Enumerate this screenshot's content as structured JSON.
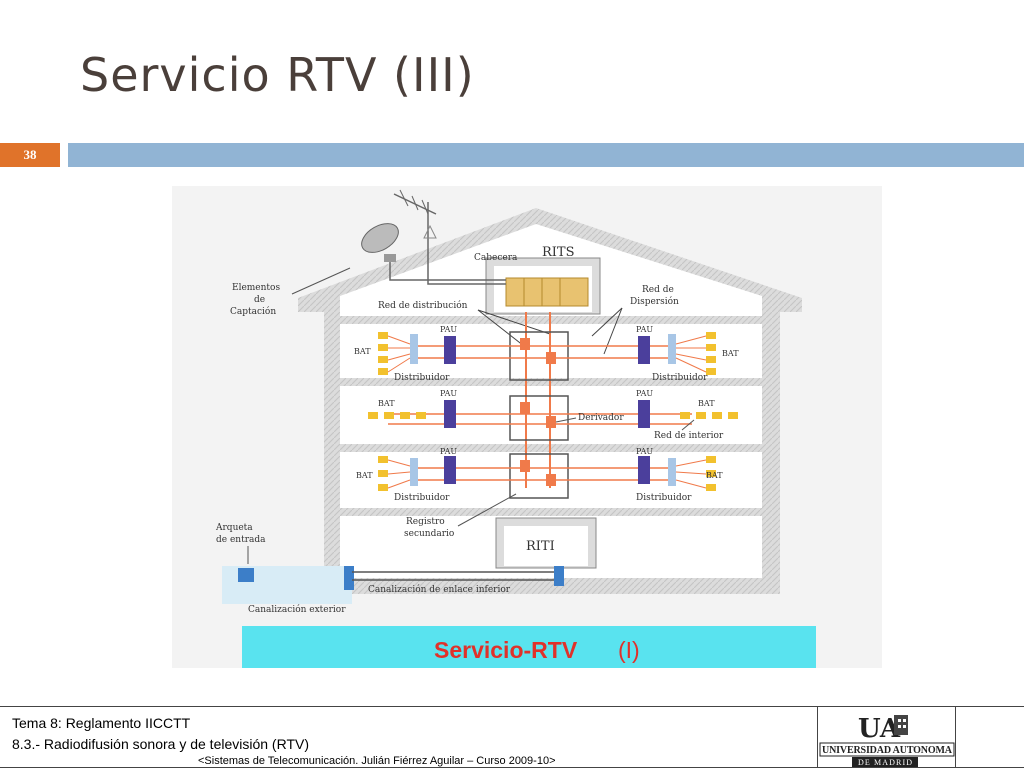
{
  "slide": {
    "title": "Servicio RTV (III)",
    "number": "38"
  },
  "diagram": {
    "rits": "RITS",
    "riti": "RITI",
    "cabecera": "Cabecera",
    "elementos_l1": "Elementos",
    "elementos_l2": "de",
    "elementos_l3": "Captación",
    "red_distribucion": "Red de distribución",
    "red_dispersion_l1": "Red de",
    "red_dispersion_l2": "Dispersión",
    "pau": "PAU",
    "bat": "BAT",
    "distribuidor": "Distribuidor",
    "derivador": "Derivador",
    "red_interior": "Red de interior",
    "registro_l1": "Registro",
    "registro_l2": "secundario",
    "arqueta_l1": "Arqueta",
    "arqueta_l2": "de entrada",
    "canalizacion_enlace": "Canalización de enlace inferior",
    "canalizacion_exterior": "Canalización exterior",
    "banner_main": "Servicio-RTV",
    "banner_suffix": "(I)"
  },
  "footer": {
    "line1": "Tema 8: Reglamento IICCTT",
    "line2": "8.3.- Radiodifusión sonora y de televisión (RTV)",
    "line3": "<Sistemas de Telecomunicación. Julián Fiérrez Aguilar – Curso 2009-10>"
  },
  "logo": {
    "initials": "UA",
    "name": "UNIVERSIDAD AUTONOMA",
    "sub": "DE MADRID"
  },
  "colors": {
    "accent_orange": "#e0732a",
    "bar_blue": "#91b4d4",
    "cable_orange": "#f07a4a",
    "pau_purple": "#4b3f9c",
    "bat_yellow": "#f2c12e",
    "banner_cyan": "#59e3ef",
    "banner_text": "#e0312a"
  }
}
